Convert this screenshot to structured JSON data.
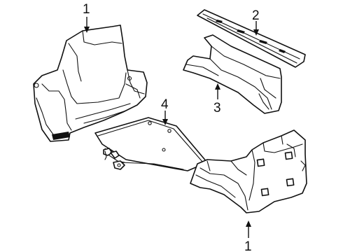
{
  "callouts": [
    {
      "id": "c1a",
      "text": "1"
    },
    {
      "id": "c2",
      "text": "2"
    },
    {
      "id": "c3",
      "text": "3"
    },
    {
      "id": "c4",
      "text": "4"
    },
    {
      "id": "c1b",
      "text": "1"
    }
  ],
  "colors": {
    "ink": "#111111",
    "paper": "#ffffff"
  }
}
